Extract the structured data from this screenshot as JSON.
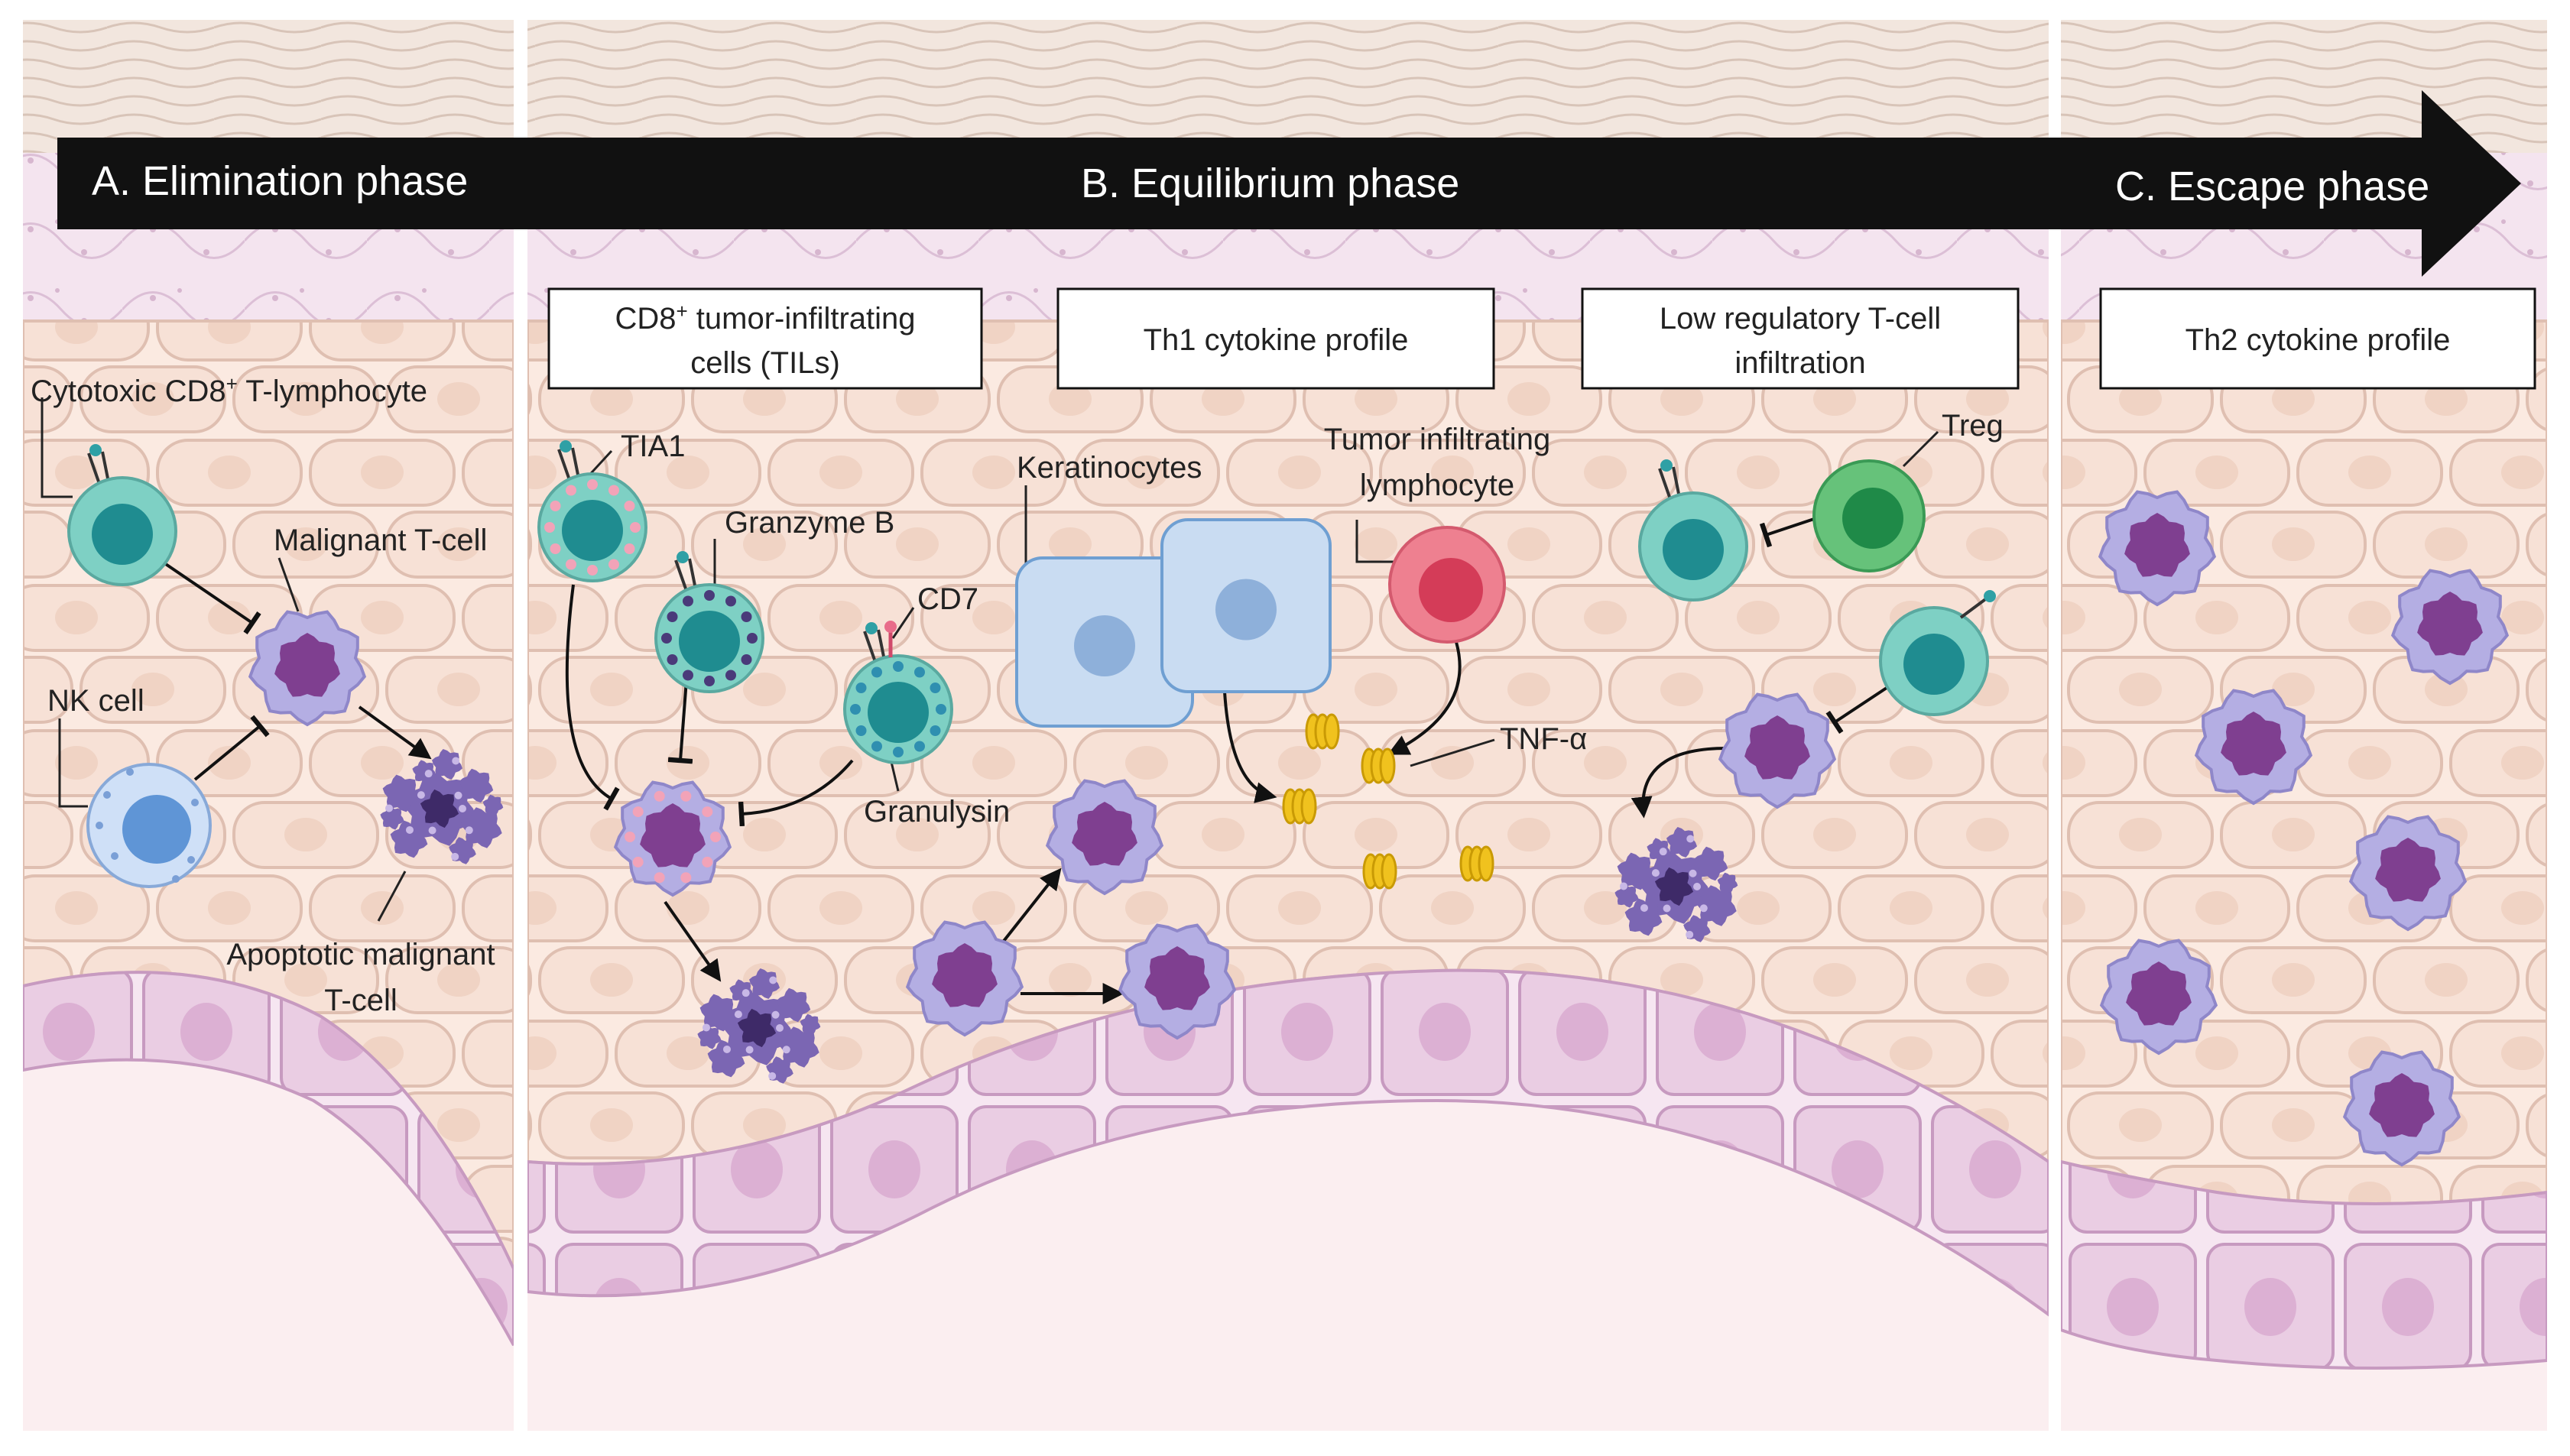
{
  "phases": {
    "elimination": "A. Elimination phase",
    "equilibrium": "B. Equilibrium phase",
    "escape": "C. Escape phase"
  },
  "boxes": {
    "tils_line1": "CD8",
    "tils_sup": "+",
    "tils_line1_rest": " tumor-infiltrating",
    "tils_line2": "cells (TILs)",
    "th1": "Th1 cytokine profile",
    "treg_line1": "Low regulatory T-cell",
    "treg_line2": "infiltration",
    "th2": "Th2 cytokine profile"
  },
  "labels": {
    "ctl_pre": "Cytotoxic CD8",
    "ctl_sup": "+",
    "ctl_post": " T-lymphocyte",
    "malignant": "Malignant T-cell",
    "nk": "NK cell",
    "apoptotic_1": "Apoptotic malignant",
    "apoptotic_2": "T-cell",
    "tia1": "TIA1",
    "granzyme": "Granzyme B",
    "cd7": "CD7",
    "granulysin": "Granulysin",
    "keratinocytes": "Keratinocytes",
    "til_1": "Tumor infiltrating",
    "til_2": "lymphocyte",
    "tnf": "TNF-α",
    "treg": "Treg"
  },
  "colors": {
    "arrow": "#111111",
    "malignant_outer": "#b4aee3",
    "malignant_inner": "#7f3f90",
    "teal_outer": "#7ed0c4",
    "teal_inner": "#1f8c90",
    "nk_outer": "#cfe0f7",
    "nk_inner": "#5f95d6",
    "til_outer": "#ee8090",
    "til_inner": "#d43c58",
    "treg_outer": "#66c27a",
    "treg_inner": "#1f8a48",
    "keratinocyte": "#c9dcf2",
    "basal": "#e8c6e2",
    "cytokine": "#f0c21e"
  }
}
